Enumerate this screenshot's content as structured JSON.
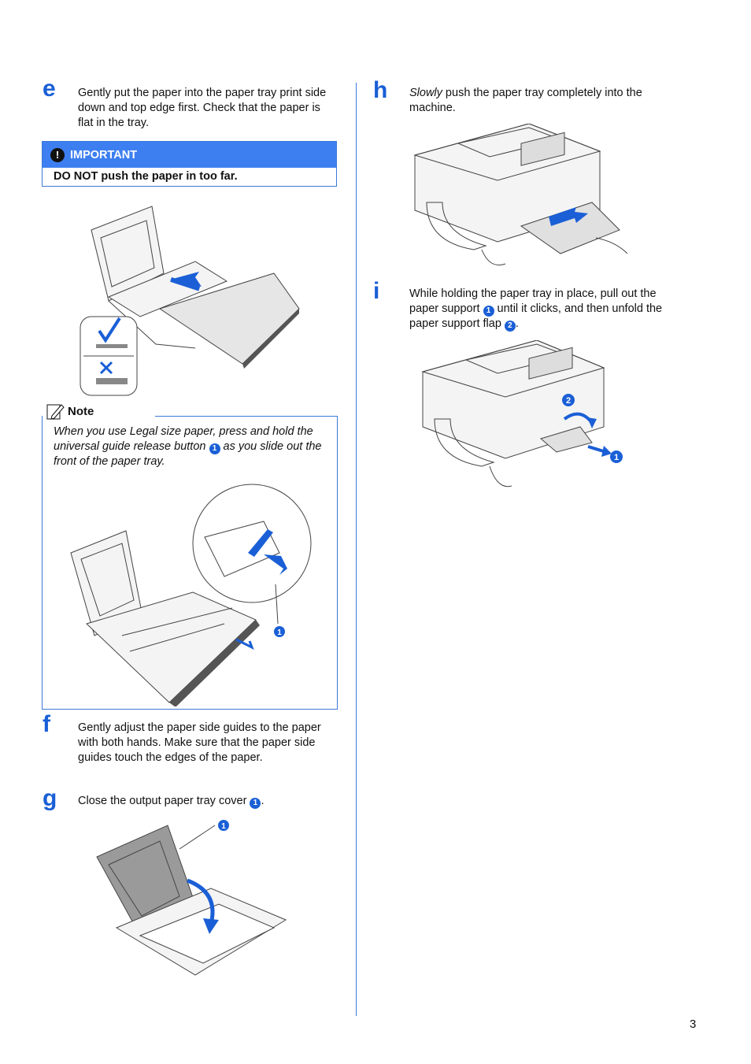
{
  "steps": {
    "e": {
      "letter": "e",
      "text": "Gently put the paper into the paper tray print side down and top edge first. Check that the paper is flat in the tray."
    },
    "f": {
      "letter": "f",
      "text": "Gently adjust the paper side guides to the paper with both hands. Make sure that the paper side guides touch the edges of the paper."
    },
    "g": {
      "letter": "g",
      "text_before": "Close the output paper tray cover ",
      "callout": "1",
      "text_after": "."
    },
    "h": {
      "letter": "h",
      "text_italic": "Slowly",
      "text": " push the paper tray completely into the machine."
    },
    "i": {
      "letter": "i",
      "text_1": "While holding the paper tray in place, pull out the paper support ",
      "callout_1": "1",
      "text_2": " until it clicks, and then unfold the paper support flap ",
      "callout_2": "2",
      "text_3": "."
    }
  },
  "important": {
    "icon": "exclamation-icon",
    "heading": "IMPORTANT",
    "body": "DO NOT push the paper in too far."
  },
  "note": {
    "icon": "pencil-note-icon",
    "heading": "Note",
    "text_1": "When you use Legal size paper, press and hold the universal guide release button ",
    "callout": "1",
    "text_2": " as you slide out the front of the paper tray.",
    "figure_callout": "1"
  },
  "figures": {
    "fig_g_callout": "1",
    "fig_i_callout_1": "1",
    "fig_i_callout_2": "2"
  },
  "colors": {
    "accent": "#1a5fd6",
    "important_bg": "#3d7ff0",
    "border": "#3c78d8"
  },
  "page_number": "3"
}
